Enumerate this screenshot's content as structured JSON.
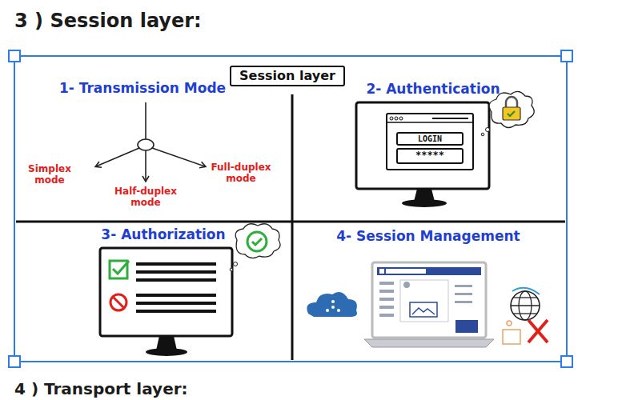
{
  "diagram": {
    "title": "3 ) Session layer:",
    "nodes": [
      {
        "text": [
          "Session layer"
        ]
      },
      {
        "text": [
          "LOGIN"
        ]
      },
      {
        "text": [
          "*****"
        ]
      }
    ],
    "labels": [
      "1- Transmission Mode",
      "Simplex mode",
      "Half-duplex mode",
      "Full-duplex mode",
      "2- Authentication",
      "3- Authorization",
      "4- Session Management",
      "4 ) Transport layer:"
    ]
  }
}
